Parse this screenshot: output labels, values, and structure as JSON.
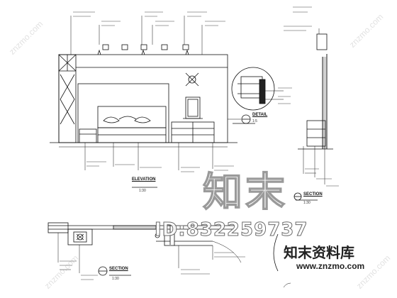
{
  "labels": {
    "elevation_title": "ELEVATION",
    "elevation_sub": "1:30",
    "detail_title": "DETAIL",
    "detail_sub": "1:5",
    "section_right_title": "SECTION",
    "section_right_sub": "1:30",
    "section_bottom_title": "SECTION",
    "section_bottom_sub": "1:30"
  },
  "watermark": {
    "big_text": "知末",
    "id_text": "ID:832259737",
    "brand_text": "知末资料库",
    "url_text": "www.znzmo.com",
    "diagonal_text": "znzmo.com"
  },
  "colors": {
    "line": "#111111",
    "watermark_grey": "#9a9a9a"
  }
}
